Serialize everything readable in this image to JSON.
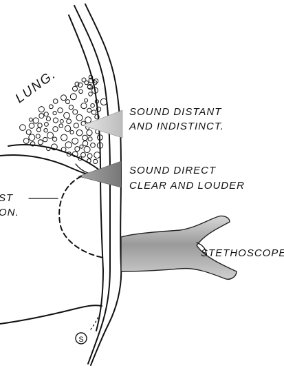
{
  "labels": {
    "lung": "LUNG.",
    "distant_line1": "SOUND DISTANT",
    "distant_line2": "AND INDISTINCT.",
    "direct_line1": "SOUND DIRECT",
    "direct_line2": "CLEAR AND LOUDER",
    "cavity_line1": "ST",
    "cavity_line2": "ON.",
    "stethoscope": "STETHOSCOPE.",
    "s_mark": "S"
  },
  "colors": {
    "ink": "#111111",
    "background": "#ffffff",
    "shade_dark": "#6f6f6f",
    "shade_light": "#c8c8c8"
  }
}
